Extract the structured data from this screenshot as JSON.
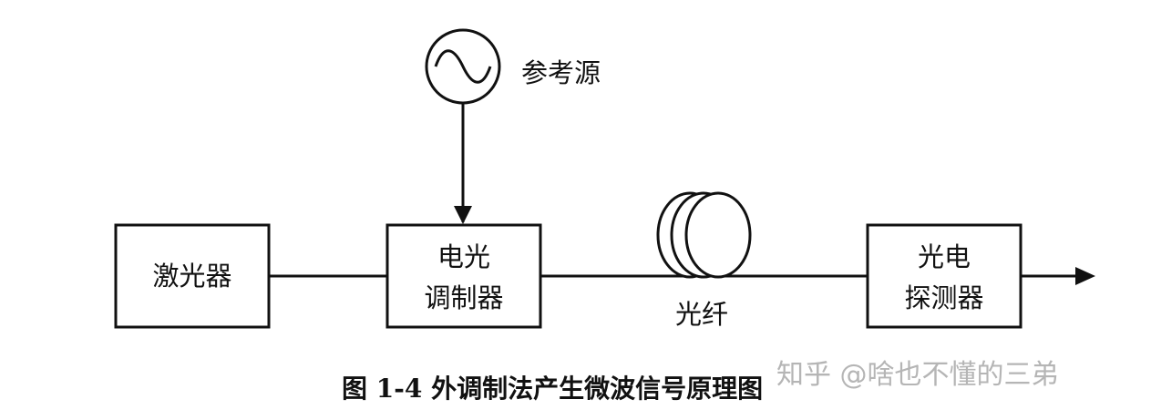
{
  "diagram": {
    "blocks": {
      "laser": "激光器",
      "modulator": [
        "电光",
        "调制器"
      ],
      "detector": [
        "光电",
        "探测器"
      ]
    },
    "reference_source": "参考源",
    "fiber": "光纤",
    "caption": "图 1-4  外调制法产生微波信号原理图"
  },
  "watermark": "知乎 @啥也不懂的三弟",
  "colors": {
    "line": "#111111",
    "background": "#ffffff",
    "watermark": "#b5b5b5"
  }
}
